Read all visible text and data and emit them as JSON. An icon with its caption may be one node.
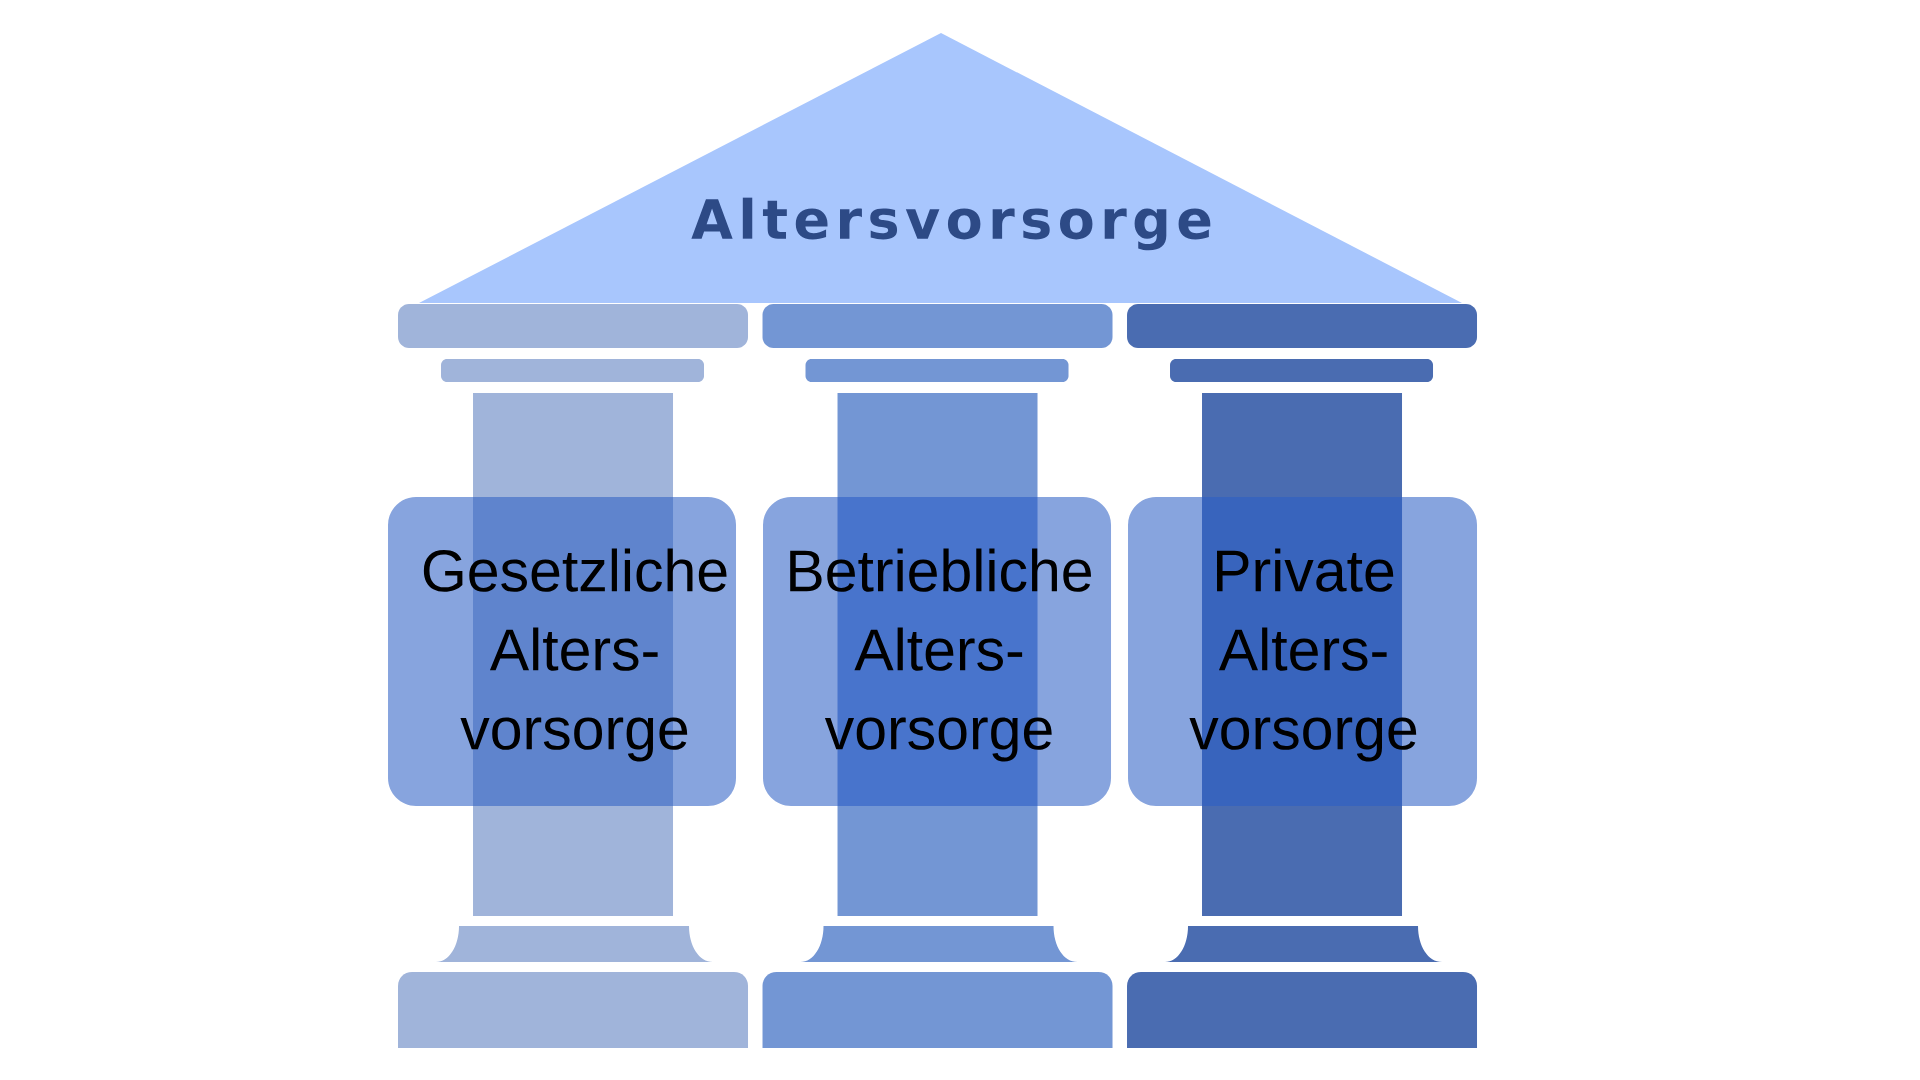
{
  "diagram": {
    "nodes": [
      {
        "text": [
          "Altersvorsorge"
        ]
      },
      {
        "text": [
          "Gesetzliche Alters- vorsorge"
        ]
      },
      {
        "text": [
          "Betriebliche Alters- vorsorge"
        ]
      },
      {
        "text": [
          "Private Alters- vorsorge"
        ]
      }
    ]
  }
}
